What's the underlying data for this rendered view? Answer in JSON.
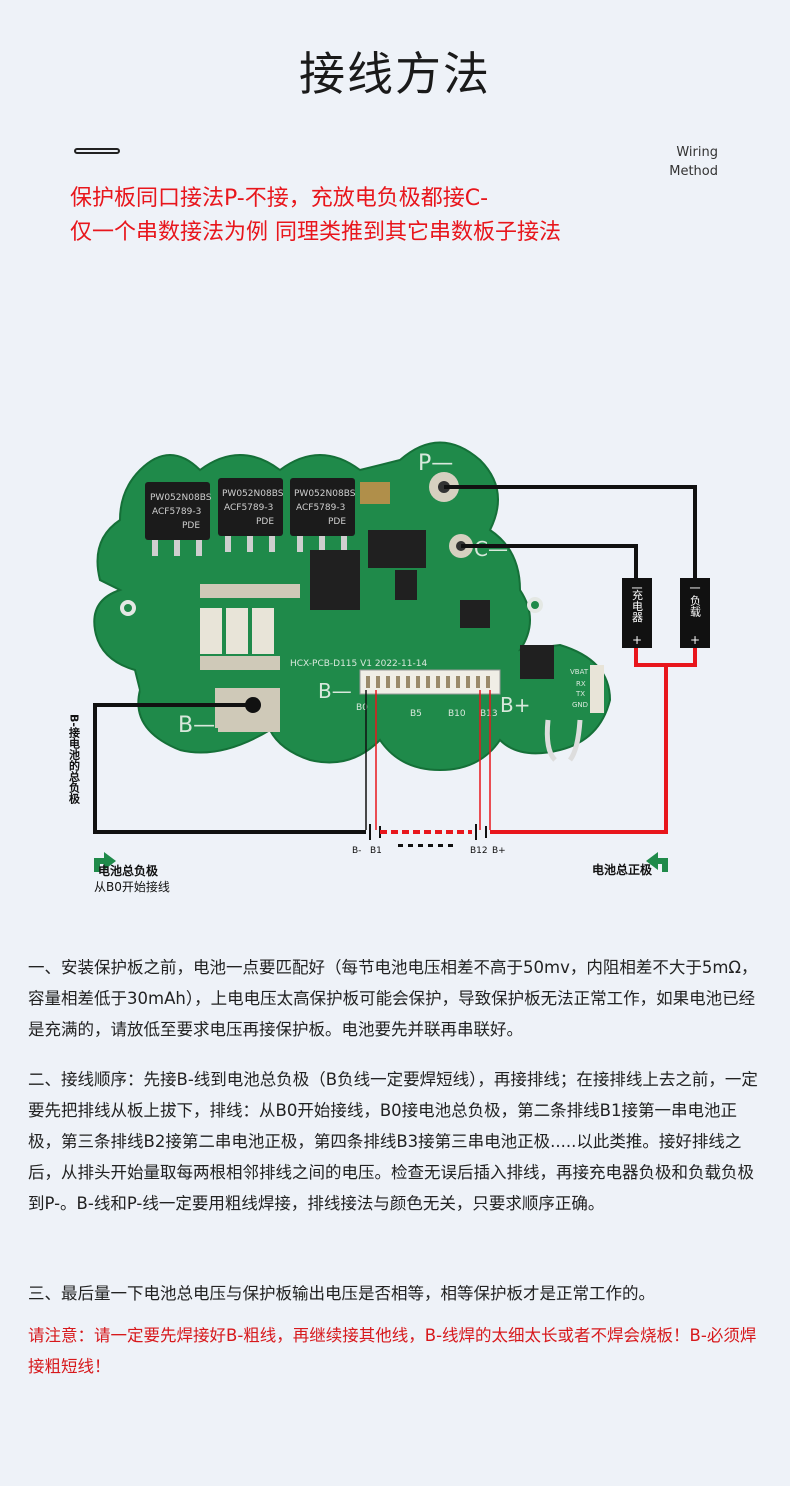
{
  "header": {
    "title": "接线方法",
    "subtitle_en_line1": "Wiring",
    "subtitle_en_line2": "Method"
  },
  "notice": {
    "line1": "保护板同口接法P-不接，充放电负极都接C-",
    "line2": "仅一个串数接法为例 同理类推到其它串数板子接法"
  },
  "diagram": {
    "pad_p_minus": "P—",
    "pad_c_minus": "C—",
    "pad_b_minus": "B—",
    "pad_b_minus_small": "B—",
    "pad_b_plus": "B+",
    "pcb_text": "HCX-PCB-D115 V1 2022-11-14",
    "chip_label": "PW052N08BS",
    "chip_sub": "ACF5789-3",
    "chip_mark": "PDE",
    "conn_b0": "B0",
    "conn_b5": "B5",
    "conn_b10": "B10",
    "conn_b13": "B13",
    "conn_side_vbat": "VBAT",
    "conn_side_rx": "RX",
    "conn_side_tx": "TX",
    "conn_side_gnd": "GND",
    "charger_minus": "一",
    "charger_label": "充电器",
    "charger_plus": "+",
    "load_minus": "一",
    "load_label": "负载",
    "load_plus": "+",
    "vertical_label": "B-接电池的总负极",
    "cell_b_minus": "B-",
    "cell_b1": "B1",
    "cell_b12": "B12",
    "cell_b_plus": "B+",
    "left_caption_1": "电池总负极",
    "left_caption_2": "从B0开始接线",
    "right_caption": "电池总正极"
  },
  "paragraphs": {
    "p1": "一、安装保护板之前，电池一点要匹配好（每节电池电压相差不高于50mv，内阻相差不大于5mΩ，容量相差低于30mAh），上电电压太高保护板可能会保护，导致保护板无法正常工作，如果电池已经是充满的，请放低至要求电压再接保护板。电池要先并联再串联好。",
    "p2": "二、接线顺序：先接B-线到电池总负极（B负线一定要焊短线），再接排线；在接排线上去之前，一定要先把排线从板上拔下，排线：从B0开始接线，B0接电池总负极，第二条排线B1接第一串电池正极，第三条排线B2接第二串电池正极，第四条排线B3接第三串电池正极.....以此类推。接好排线之后，从排头开始量取每两根相邻排线之间的电压。检查无误后插入排线，再接充电器负极和负载负极到P-。B-线和P-线一定要用粗线焊接，排线接法与颜色无关，只要求顺序正确。",
    "p3": "三、最后量一下电池总电压与保护板输出电压是否相等，相等保护板才是正常工作的。",
    "p4": "请注意：请一定要先焊接好B-粗线，再继续接其他线，B-线焊的太细太长或者不焊会烧板！B-必须焊接粗短线！"
  },
  "colors": {
    "pcb_green": "#1f8a4a",
    "wire_red": "#e8161c",
    "wire_black": "#111111",
    "notice_red": "#e8161c"
  }
}
